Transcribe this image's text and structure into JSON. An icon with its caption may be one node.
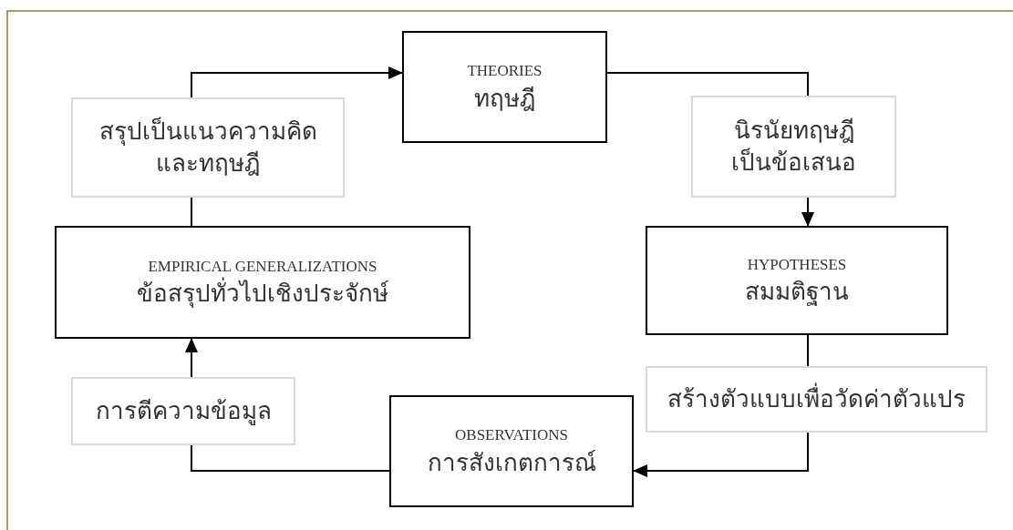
{
  "diagram": {
    "nodes": [
      {
        "text": [
          "THEORIES",
          "ทฤษฎี"
        ]
      },
      {
        "text": [
          "สรุปเป็นแนวความคิดและทฤษฎี"
        ]
      },
      {
        "text": [
          "นิรนัยทฤษฎีเป็นข้อเสนอ"
        ]
      },
      {
        "text": [
          "EMPIRICAL GENERALIZATIONS",
          "ข้อสรุปทั่วไปเชิงประจักษ์"
        ]
      },
      {
        "text": [
          "HYPOTHESES",
          "สมมติฐาน"
        ]
      },
      {
        "text": [
          "การตีความข้อมูล"
        ]
      },
      {
        "text": [
          "สร้างตัวแบบเพื่อวัดค่าตัวแปร"
        ]
      },
      {
        "text": [
          "OBSERVATIONS",
          "การสังเกตการณ์"
        ]
      }
    ],
    "edges": [
      {
        "from": 3,
        "to": 1,
        "arrow": "none"
      },
      {
        "from": 1,
        "to": 0,
        "arrow": "to"
      },
      {
        "from": 0,
        "to": 2,
        "arrow": "none"
      },
      {
        "from": 2,
        "to": 4,
        "arrow": "to"
      },
      {
        "from": 4,
        "to": 6,
        "arrow": "none"
      },
      {
        "from": 6,
        "to": 7,
        "arrow": "to"
      },
      {
        "from": 7,
        "to": 5,
        "arrow": "none"
      },
      {
        "from": 5,
        "to": 3,
        "arrow": "to"
      }
    ]
  }
}
